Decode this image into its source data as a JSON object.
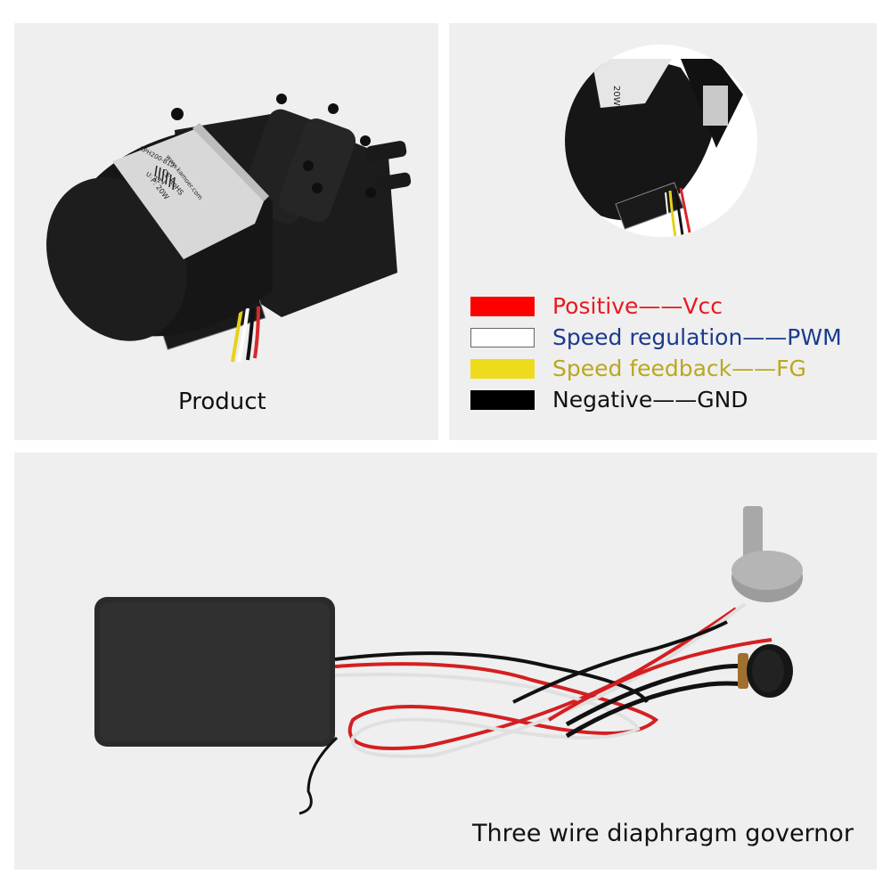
{
  "panels": {
    "product": {
      "caption": "Product",
      "label": {
        "brand_url": "www.kamoer.com",
        "model": "KPH200-B12",
        "voltage": "U: 12V",
        "power": "P: 20W",
        "certs": "CE  RoHS"
      }
    },
    "wiring": {
      "closeup_label_text": "20W",
      "legend": [
        {
          "color_name": "red",
          "swatch": "#ff0000",
          "text": "Positive——Vcc",
          "text_color": "#e8191f"
        },
        {
          "color_name": "white",
          "swatch": "#ffffff",
          "text": "Speed regulation——PWM",
          "text_color": "#1a3a8c"
        },
        {
          "color_name": "yellow",
          "swatch": "#eedc1c",
          "text": "Speed feedback——FG",
          "text_color": "#b9a81e"
        },
        {
          "color_name": "black",
          "swatch": "#000000",
          "text": "Negative——GND",
          "text_color": "#111111"
        }
      ]
    },
    "governor": {
      "caption": "Three wire diaphragm governor"
    }
  },
  "colors": {
    "panel_bg": "#efefef",
    "page_bg": "#ffffff"
  }
}
